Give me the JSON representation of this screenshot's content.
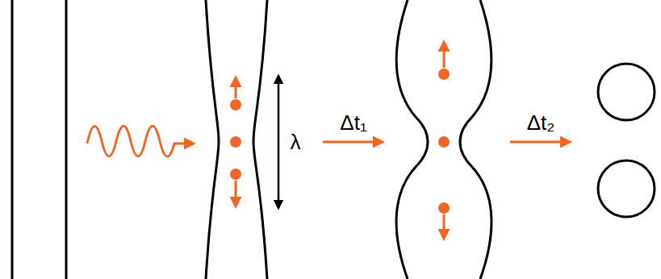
{
  "diagram": {
    "labels": [
      "λ",
      "Δt₁",
      "Δt₂"
    ]
  }
}
